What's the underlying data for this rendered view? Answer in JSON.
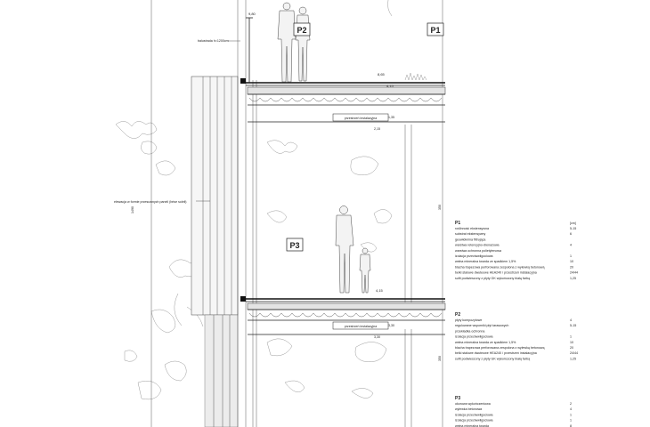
{
  "labels": {
    "dim_top": "9,80",
    "railing": "balustrada h=1200cm",
    "p2_tag": "P2",
    "p1_tag": "P1",
    "level_1": "8,65",
    "level_1b": "4,15",
    "install_space": "przestrzeń instalacyjna",
    "dim_135": "1,35",
    "dim_2215": "2,15",
    "elevation_note": "elewacja w formie przesuwnych paneli (brise soleil)",
    "height_1": "1490",
    "dim_350": "350",
    "p3_tag": "P3",
    "level_2": "4,15",
    "dim_330": "3,30",
    "dim_330b": "3,30",
    "dim_350b": "350"
  },
  "legend": {
    "unit": "[cm]",
    "p1": {
      "title": "P1",
      "rows": [
        {
          "label": "roślinność ekstensywna",
          "value": "5-15"
        },
        {
          "label": "substrat ekstensywny",
          "value": "6"
        },
        {
          "label": "geowłóknina filtrująca",
          "value": ""
        },
        {
          "label": "warstwa retencyjno-drenażowa",
          "value": "4"
        },
        {
          "label": "warstwa ochronna polietylenowa",
          "value": ""
        },
        {
          "label": "izolacja przeciwwilgociowa",
          "value": "1"
        },
        {
          "label": "wełna mineralna twarda ze spadkiem 1,5%",
          "value": "10"
        },
        {
          "label": "blacha trapezowa perforowana zespolona z wylewką betonową",
          "value": "20"
        },
        {
          "label": "belki stalowe dwuteowe HEA240 / przestrzeń instalacyjna",
          "value": "24/44"
        },
        {
          "label": "sufit podwieszony z płyty GK wykończony białą farbą",
          "value": "1,25"
        }
      ]
    },
    "p2": {
      "title": "P2",
      "rows": [
        {
          "label": "płyty kompozytowe",
          "value": "4"
        },
        {
          "label": "regulowane wsporniki płyt tarasowych",
          "value": "5-15"
        },
        {
          "label": "przekładka ochronna",
          "value": ""
        },
        {
          "label": "izolacja przeciwwilgociowa",
          "value": "1"
        },
        {
          "label": "wełna mineralna twarda ze spadkiem 1,5%",
          "value": "10"
        },
        {
          "label": "blacha trapezowa perforowana zespolona z wylewką betonową",
          "value": "20"
        },
        {
          "label": "belki stalowe dwuteowe HEA240 / przestrzeń instalacyjna",
          "value": "24/44"
        },
        {
          "label": "sufit podwieszony z płyty GK wykończony białą farbą",
          "value": "1,25"
        }
      ]
    },
    "p3": {
      "title": "P3",
      "rows": [
        {
          "label": "okorowa wykończeniowa",
          "value": "2"
        },
        {
          "label": "wylewka betonowa",
          "value": "4"
        },
        {
          "label": "izolacja przeciwwilgociowa",
          "value": "1"
        },
        {
          "label": "izolacja przeciwwilgociowa",
          "value": "1"
        },
        {
          "label": "wełna mineralna twarda",
          "value": "8"
        }
      ]
    }
  }
}
